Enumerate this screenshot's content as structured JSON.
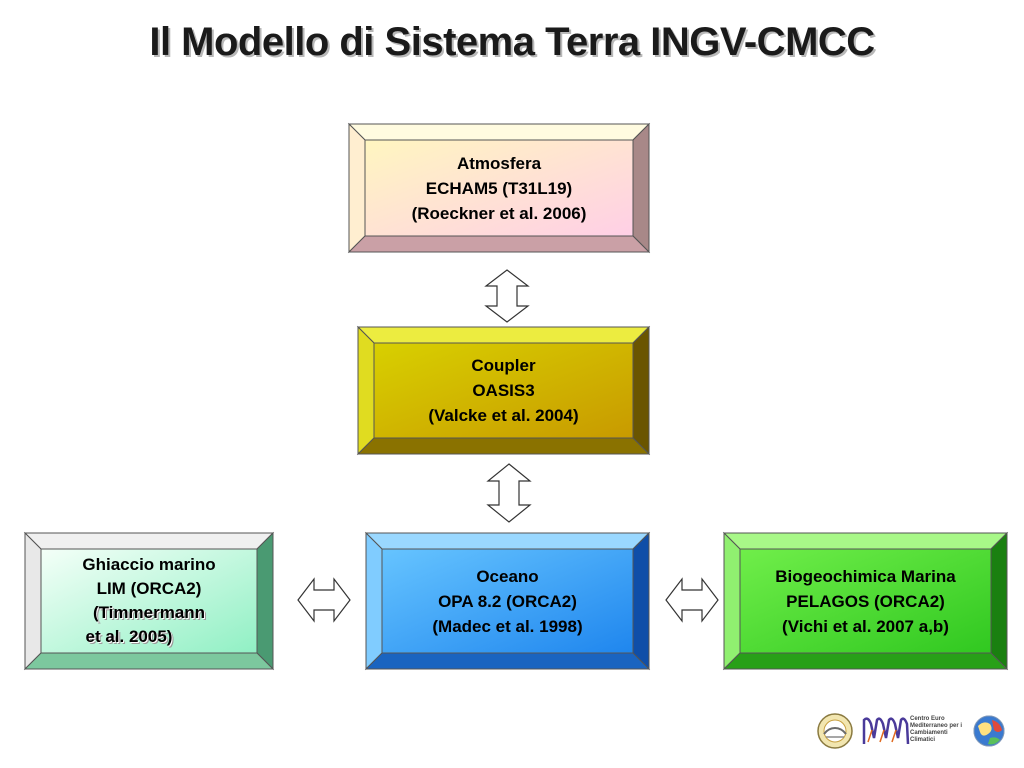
{
  "title": "Il Modello di Sistema Terra INGV-CMCC",
  "components": {
    "atmosphere": {
      "lines": [
        "Atmosfera",
        "ECHAM5 (T31L19)",
        "(Roeckner et al. 2006)"
      ],
      "colors": {
        "face": "#ffd9e8",
        "face2": "#fff3c8",
        "edge": "#c98f8f"
      }
    },
    "coupler": {
      "lines": [
        "Coupler",
        "OASIS3",
        "(Valcke et al. 2004)"
      ],
      "colors": {
        "face": "#d4c400",
        "face2": "#c8a000",
        "edge": "#6b5a00"
      }
    },
    "ocean": {
      "lines": [
        "Oceano",
        "OPA 8.2 (ORCA2)",
        "(Madec et al. 1998)"
      ],
      "colors": {
        "face": "#58b8ff",
        "face2": "#2a8cf0",
        "edge": "#1650a0"
      }
    },
    "sea_ice": {
      "lines": [
        "Ghiaccio marino",
        "LIM (ORCA2)",
        "(Timmermann",
        "et al. 2005)"
      ],
      "colors": {
        "face": "#ffffff",
        "face2": "#8ff0c0",
        "edge": "#4aa878"
      }
    },
    "biogeochemistry": {
      "lines": [
        "Biogeochimica Marina",
        "PELAGOS (ORCA2)",
        "(Vichi et al. 2007 a,b)"
      ],
      "colors": {
        "face": "#66ee44",
        "face2": "#33cc22",
        "edge": "#1a8a10"
      }
    }
  },
  "connectors": [
    {
      "from": "atmosphere",
      "to": "coupler",
      "type": "double-arrow-vertical"
    },
    {
      "from": "coupler",
      "to": "ocean",
      "type": "double-arrow-vertical"
    },
    {
      "from": "sea_ice",
      "to": "ocean",
      "type": "double-arrow-horizontal"
    },
    {
      "from": "ocean",
      "to": "biogeochemistry",
      "type": "double-arrow-horizontal"
    }
  ],
  "logos": {
    "cmcc_text": "Centro Euro Mediterraneo per i Cambiamenti Climatici"
  }
}
